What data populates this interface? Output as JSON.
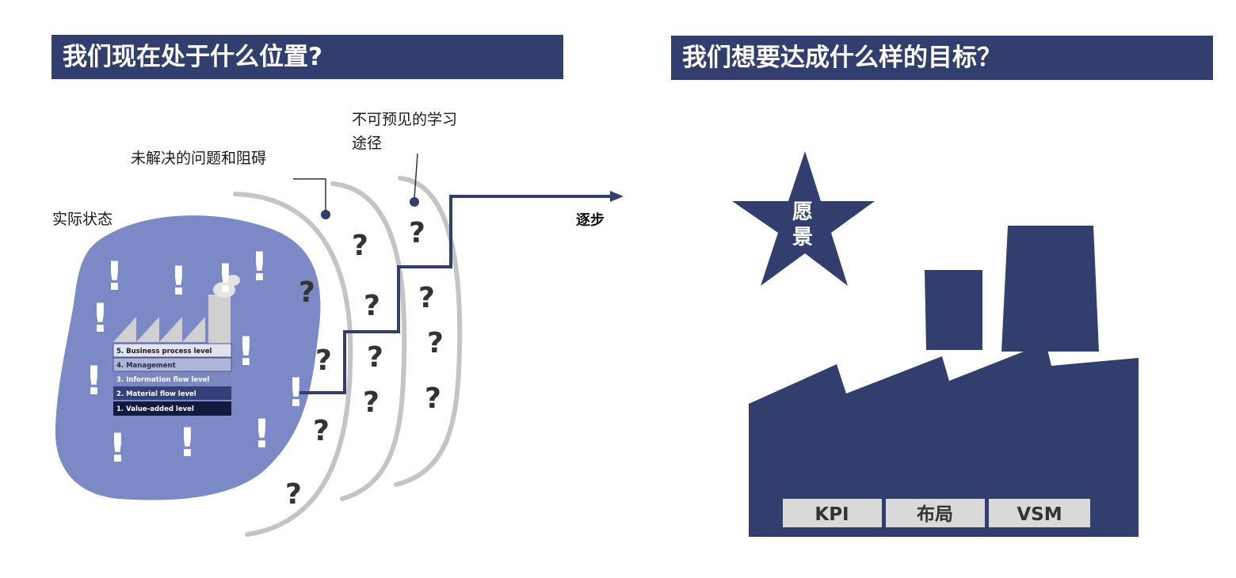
{
  "left_panel": {
    "title": "我们现在处于什么位置?",
    "current_state_label": "实际状态",
    "problems_label": "未解决的问题和阻碍",
    "learning_label_line1": "不可预见的学习",
    "learning_label_line2": "途径",
    "stepwise_label": "逐步",
    "levels": [
      "5. Business process level",
      "4. Management",
      "3. Information flow level",
      "2. Material flow level",
      "1. Value-added level"
    ],
    "question_mark": "?",
    "exclamation_mark": "!"
  },
  "right_panel": {
    "title": "我们想要达成什么样的目标？",
    "vision_line1": "愿",
    "vision_line2": "景",
    "tabs": [
      "KPI",
      "布局",
      "VSM"
    ]
  },
  "colors": {
    "header_bg": "#323f6e",
    "blob_fill": "#7b89c6",
    "arc_gray": "#c4c4c4",
    "navy": "#323f6e",
    "tab_bg": "#d9d9d9"
  }
}
